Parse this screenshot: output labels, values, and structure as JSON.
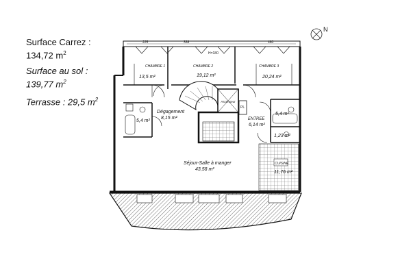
{
  "info": {
    "carrez_label": "Surface Carrez :",
    "carrez_value": "134,72 m",
    "sol_label": "Surface au sol :",
    "sol_value": "139,77 m",
    "terrasse": "Terrasse : 29,5 m",
    "squared": "2"
  },
  "compass": {
    "north": "N"
  },
  "rooms": {
    "chambre1_name": "CHAMBRE 1",
    "chambre1_area": "13,5 m²",
    "chambre2_name": "CHAMBRE 2",
    "chambre2_area": "19,12 m²",
    "chambre3_name": "CHAMBRE 3",
    "chambre3_area": "20,24 m²",
    "degagement_name": "Dégagement",
    "degagement_area": "8,15 m²",
    "bain_left_area": "5,4 m²",
    "bain_right_area": "5,4 m²",
    "entree_name": "ENTREE",
    "entree_area": "6,14 m²",
    "wc_area": "1,23 m²",
    "cuisine_name": "CUISINE",
    "cuisine_area": "11,76 m²",
    "sejour_name": "Séjour-Salle à manger",
    "sejour_area": "43,58 m²",
    "placard": "PL",
    "ascenseur": "Ascenseur"
  },
  "dims": {
    "d1": "225",
    "d2": "H=180",
    "d3": "338",
    "d4": "460"
  }
}
